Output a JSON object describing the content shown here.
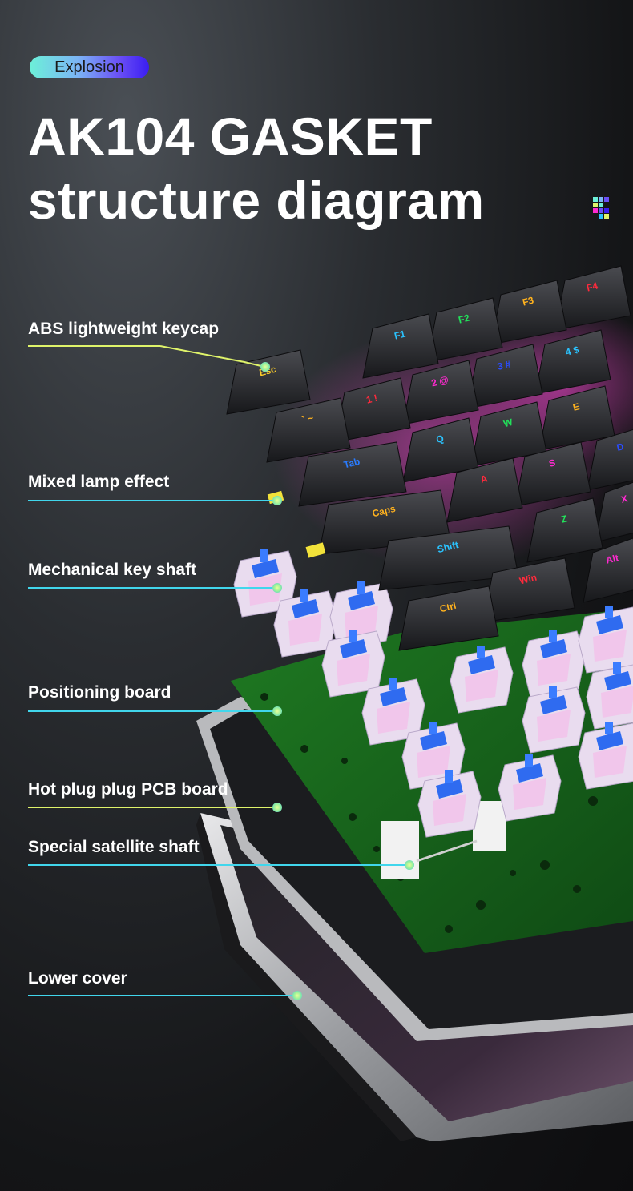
{
  "badge": {
    "label": "Explosion"
  },
  "title": {
    "line1": "AK104 GASKET",
    "line2": "structure diagram"
  },
  "colors": {
    "accent_cyan": "#41d6ec",
    "accent_lime": "#dff36a",
    "badge_start": "#6cf0d8",
    "badge_end": "#3a1df2"
  },
  "callouts": [
    {
      "label": "ABS lightweight keycap"
    },
    {
      "label": "Mixed lamp effect"
    },
    {
      "label": "Mechanical key shaft"
    },
    {
      "label": "Positioning board"
    },
    {
      "label": "Hot plug plug PCB board"
    },
    {
      "label": "Special satellite shaft"
    },
    {
      "label": "Lower cover"
    }
  ],
  "keycaps": [
    {
      "legend": "F4",
      "color": "#ff2a3c"
    },
    {
      "legend": "F3",
      "color": "#ffb21e"
    },
    {
      "legend": "F2",
      "color": "#22e05a"
    },
    {
      "legend": "F1",
      "color": "#2ac3ff"
    },
    {
      "legend": "Esc",
      "color": "#ffcf2a"
    },
    {
      "legend": "4 $",
      "color": "#2ac3ff"
    },
    {
      "legend": "3 #",
      "color": "#2a4cff"
    },
    {
      "legend": "2 @",
      "color": "#ff2ad0"
    },
    {
      "legend": "1 !",
      "color": "#ff2a3c"
    },
    {
      "legend": "` ~",
      "color": "#ffb21e"
    },
    {
      "legend": "E",
      "color": "#ffb21e"
    },
    {
      "legend": "W",
      "color": "#22e05a"
    },
    {
      "legend": "Q",
      "color": "#2ac3ff"
    },
    {
      "legend": "Tab",
      "color": "#2a7cff"
    },
    {
      "legend": "D",
      "color": "#2a4cff"
    },
    {
      "legend": "S",
      "color": "#ff2ad0"
    },
    {
      "legend": "A",
      "color": "#ff2a3c"
    },
    {
      "legend": "Caps",
      "color": "#ffb21e"
    },
    {
      "legend": "X",
      "color": "#ff2ad0"
    },
    {
      "legend": "Z",
      "color": "#22e05a"
    },
    {
      "legend": "Shift",
      "color": "#2ac3ff"
    },
    {
      "legend": "Alt",
      "color": "#ff2ad0"
    },
    {
      "legend": "Win",
      "color": "#ff2a3c"
    },
    {
      "legend": "Ctrl",
      "color": "#ffb21e"
    }
  ]
}
